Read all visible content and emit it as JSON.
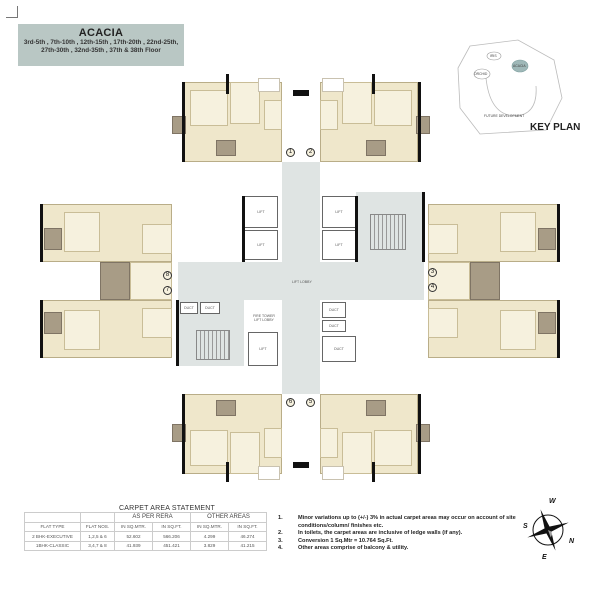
{
  "header": {
    "building_name": "ACACIA",
    "floors_line1": "3rd-5th , 7th-10th , 12th-15th , 17th-20th , 22nd-25th,",
    "floors_line2": "27th-30th , 32nd-35th , 37th & 38th Floor"
  },
  "key_plan": {
    "title": "KEY PLAN",
    "labels": [
      "IRIS",
      "ORCHID",
      "ACACIA",
      "FUTURE DEVELOPMENT"
    ],
    "highlight_color": "#7fa0a0"
  },
  "floor_plan": {
    "core_labels": {
      "lift": "LIFT",
      "lift_lobby": "LIFT LOBBY",
      "duct": "DUCT",
      "fire_lobby": "FIRE TOWER LIFT LOBBY"
    },
    "flat_numbers": [
      "1",
      "2",
      "3",
      "4",
      "5",
      "6",
      "7",
      "8"
    ],
    "colors": {
      "living": "#efe7cb",
      "room": "#f6f1de",
      "wet": "#a89c86",
      "core": "#dfe4e3",
      "wall": "#111111"
    }
  },
  "carpet_area": {
    "title": "CARPET AREA STATEMENT",
    "group_headers": [
      "AS PER RERA",
      "OTHER AREAS"
    ],
    "columns": [
      "FLAT TYPE",
      "FLAT NOS.",
      "IN SQ.MTR.",
      "IN SQ.FT.",
      "IN SQ.MTR.",
      "IN SQ.FT."
    ],
    "rows": [
      [
        "2 BHK-EXECUTIVE",
        "1,2,5 & 6",
        "52.602",
        "566.206",
        "4.299",
        "46.274"
      ],
      [
        "1BHK-CLASSIC",
        "3,4,7 & 8",
        "41.939",
        "451.421",
        "3.829",
        "41.215"
      ]
    ]
  },
  "notes": [
    {
      "num": "1.",
      "text": "Minor variations up to (+/-) 3% in actual carpet areas may occur on account of site conditions/column/ finishes etc."
    },
    {
      "num": "2.",
      "text": "In toilets, the carpet areas are inclusive of ledge walls (if any)."
    },
    {
      "num": "3.",
      "text": "Conversion 1 Sq.Mtr = 10.764 Sq.Ft."
    },
    {
      "num": "4.",
      "text": "Other areas comprise of balcony & utility."
    }
  ],
  "compass": {
    "n": "N",
    "s": "S",
    "e": "E",
    "w": "W"
  }
}
